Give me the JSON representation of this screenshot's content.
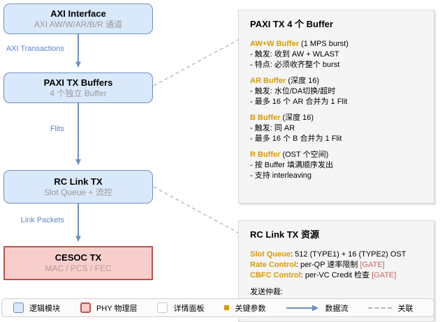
{
  "flow": {
    "boxes": [
      {
        "title": "AXI Interface",
        "subtitle": "AXI AW/W/AR/B/R 通道"
      },
      {
        "title": "PAXI TX Buffers",
        "subtitle": "4 个独立 Buffer"
      },
      {
        "title": "RC Link TX",
        "subtitle": "Slot Queue + 流控"
      },
      {
        "title": "CESOC TX",
        "subtitle": "MAC / PCS / FEC"
      }
    ],
    "arrows": [
      {
        "label": "AXI Transactions"
      },
      {
        "label": "Flits"
      },
      {
        "label": "Link Packets"
      }
    ]
  },
  "panels": {
    "buffer": {
      "title": "PAXI TX 4 个 Buffer",
      "sections": [
        {
          "name": "AW+W Buffer",
          "qualifier": " (1 MPS burst)",
          "lines": [
            "- 触发: 收到 AW + WLAST",
            "- 特点: 必须收齐整个 burst"
          ]
        },
        {
          "name": "AR Buffer",
          "qualifier": " (深度 16)",
          "lines": [
            "- 触发: 水位/DA切换/超时",
            "- 最多 16 个 AR 合并为 1 Flit"
          ]
        },
        {
          "name": "B Buffer",
          "qualifier": " (深度 16)",
          "lines": [
            "- 触发: 同 AR",
            "- 最多 16 个 B 合并为 1 Flit"
          ]
        },
        {
          "name": "R Buffer",
          "qualifier": " (OST 个空间)",
          "lines": [
            "- 按 Buffer 填满顺序发出",
            "- 支持 interleaving"
          ]
        }
      ]
    },
    "link": {
      "title": "RC Link TX 资源",
      "params": [
        {
          "name": "Slot Queue",
          "value": ": 512 (TYPE1) + 16 (TYPE2) OST",
          "gate": ""
        },
        {
          "name": "Rate Control",
          "value": ": per-QP 速率限制 ",
          "gate": "[GATE]"
        },
        {
          "name": "CBFC Control",
          "value": ": per-VC Credit 检查 ",
          "gate": "[GATE]"
        }
      ],
      "footer": "发送仲裁:"
    }
  },
  "legend": {
    "items": [
      "逻辑模块",
      "PHY 物理层",
      "详情面板",
      "关键参数",
      "数据流",
      "关联"
    ]
  },
  "colors": {
    "module_fill": "#dae8fc",
    "module_border": "#6c8ebf",
    "phy_fill": "#f8cecc",
    "phy_border": "#b85450",
    "panel_fill": "#f5f5f5",
    "param_orange": "#d79b00",
    "gate_red": "#cc6666",
    "flow_blue": "#6c8ebf",
    "flow_label_blue": "#5a85cc",
    "subtitle_gray": "#999999"
  }
}
